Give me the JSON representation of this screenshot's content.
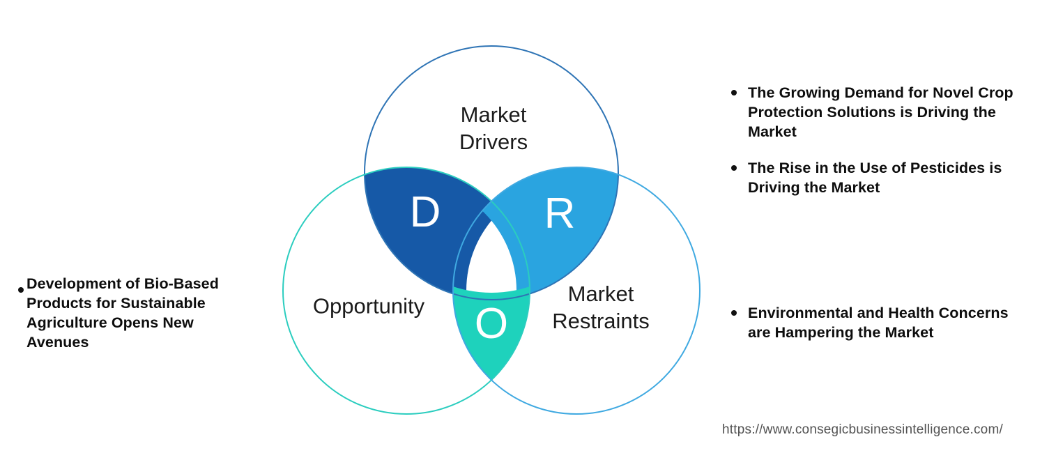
{
  "diagram": {
    "drivers": {
      "label_lines": [
        "Market",
        "Drivers"
      ],
      "letter": "D",
      "fill": "#1659A7",
      "stroke": "#2E74B5"
    },
    "restraints": {
      "label_lines": [
        "Market",
        "Restraints"
      ],
      "letter": "R",
      "fill": "#2AA4E0",
      "stroke": "#3FA9E1"
    },
    "opportunity": {
      "label": "Opportunity",
      "letter": "O",
      "fill": "#1ED2BC",
      "stroke": "#2BCDBF"
    }
  },
  "left_note": {
    "bullet": "",
    "lines": [
      "Development of Bio-Based",
      "Products for Sustainable",
      "Agriculture Opens New",
      "Avenues"
    ]
  },
  "right_notes": [
    {
      "lines": [
        "The Growing Demand for Novel Crop",
        "Protection Solutions is Driving the",
        "Market"
      ]
    },
    {
      "lines": [
        "The Rise in the Use of Pesticides is",
        "Driving the Market"
      ]
    },
    {
      "lines": [
        "Environmental and Health Concerns",
        "are Hampering the Market"
      ]
    }
  ],
  "footer": {
    "url": "https://www.consegicbusinessintelligence.com/"
  }
}
